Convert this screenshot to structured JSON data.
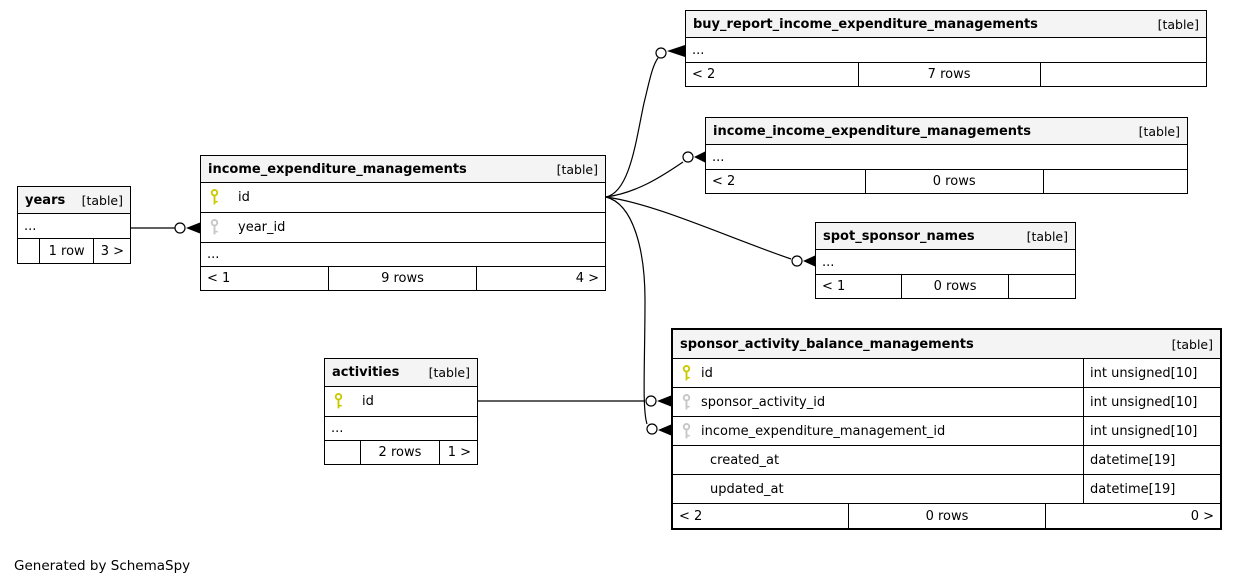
{
  "diagram": {
    "generated_note": "Generated by SchemaSpy",
    "colors": {
      "primary_key_icon": "#c9c900",
      "foreign_key_icon": "#c6c6c6",
      "table_header_bg": "#f4f4f4",
      "border": "#000000"
    }
  },
  "tables": {
    "years": {
      "name": "years",
      "tag": "[table]",
      "more": "...",
      "footer": {
        "left": "",
        "center": "1 row",
        "right": "3 >"
      }
    },
    "income_expenditure_managements": {
      "name": "income_expenditure_managements",
      "tag": "[table]",
      "columns": [
        {
          "name": "id",
          "key": "primary"
        },
        {
          "name": "year_id",
          "key": "foreign"
        }
      ],
      "more": "...",
      "footer": {
        "left": "< 1",
        "center": "9 rows",
        "right": "4 >"
      }
    },
    "buy_report_income_expenditure_managements": {
      "name": "buy_report_income_expenditure_managements",
      "tag": "[table]",
      "more": "...",
      "footer": {
        "left": "< 2",
        "center": "7 rows",
        "right": ""
      }
    },
    "income_income_expenditure_managements": {
      "name": "income_income_expenditure_managements",
      "tag": "[table]",
      "more": "...",
      "footer": {
        "left": "< 2",
        "center": "0 rows",
        "right": ""
      }
    },
    "spot_sponsor_names": {
      "name": "spot_sponsor_names",
      "tag": "[table]",
      "more": "...",
      "footer": {
        "left": "< 1",
        "center": "0 rows",
        "right": ""
      }
    },
    "activities": {
      "name": "activities",
      "tag": "[table]",
      "columns": [
        {
          "name": "id",
          "key": "primary"
        }
      ],
      "more": "...",
      "footer": {
        "left": "",
        "center": "2 rows",
        "right": "1 >"
      }
    },
    "sponsor_activity_balance_managements": {
      "name": "sponsor_activity_balance_managements",
      "tag": "[table]",
      "columns": [
        {
          "name": "id",
          "key": "primary",
          "type": "int unsigned[10]"
        },
        {
          "name": "sponsor_activity_id",
          "key": "foreign",
          "type": "int unsigned[10]"
        },
        {
          "name": "income_expenditure_management_id",
          "key": "foreign",
          "type": "int unsigned[10]"
        },
        {
          "name": "created_at",
          "key": "none",
          "type": "datetime[19]"
        },
        {
          "name": "updated_at",
          "key": "none",
          "type": "datetime[19]"
        }
      ],
      "footer": {
        "left": "< 2",
        "center": "0 rows",
        "right": "0 >"
      }
    }
  }
}
